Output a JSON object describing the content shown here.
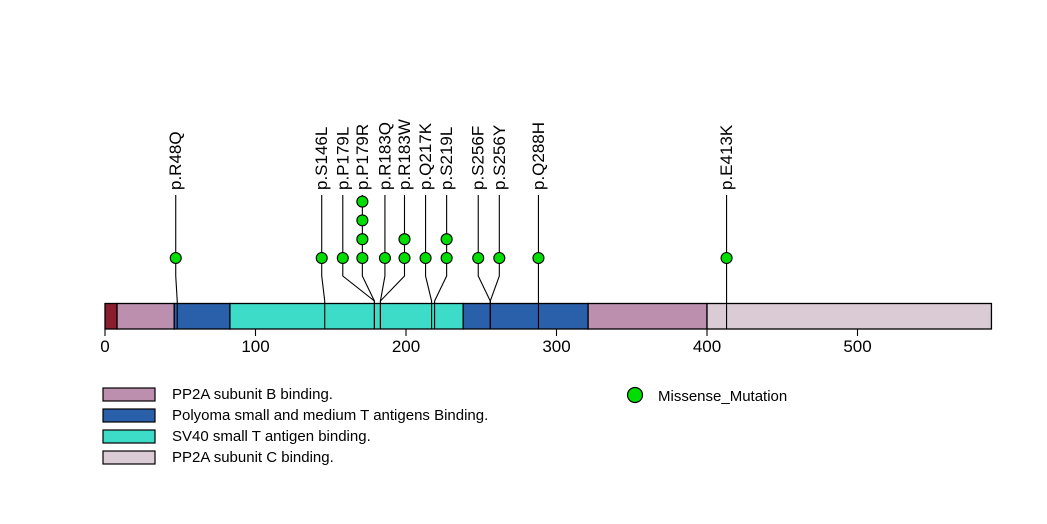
{
  "chart_data": {
    "type": "lollipop",
    "title": "",
    "xlabel": "",
    "ylabel": "",
    "xlim": [
      0,
      590
    ],
    "x_ticks": [
      0,
      100,
      200,
      300,
      400,
      500
    ],
    "grid": false,
    "mutation_shape_color": "#00DD00",
    "mutations": [
      {
        "label": "p.R48Q",
        "position": 48,
        "count": 1,
        "label_position": 47
      },
      {
        "label": "p.S146L",
        "position": 146,
        "count": 1,
        "label_position": 144
      },
      {
        "label": "p.P179L",
        "position": 179,
        "count": 1,
        "label_position": 158
      },
      {
        "label": "p.P179R",
        "position": 179,
        "count": 4,
        "label_position": 171
      },
      {
        "label": "p.R183Q",
        "position": 183,
        "count": 1,
        "label_position": 186
      },
      {
        "label": "p.R183W",
        "position": 183,
        "count": 2,
        "label_position": 199
      },
      {
        "label": "p.Q217K",
        "position": 217,
        "count": 1,
        "label_position": 213
      },
      {
        "label": "p.S219L",
        "position": 219,
        "count": 2,
        "label_position": 227
      },
      {
        "label": "p.S256F",
        "position": 256,
        "count": 1,
        "label_position": 248
      },
      {
        "label": "p.S256Y",
        "position": 256,
        "count": 1,
        "label_position": 262
      },
      {
        "label": "p.Q288H",
        "position": 288,
        "count": 1,
        "label_position": 288
      },
      {
        "label": "p.E413K",
        "position": 413,
        "count": 1,
        "label_position": 413
      }
    ],
    "domains": [
      {
        "label": "",
        "start": 0,
        "end": 8,
        "color": "#8B1E2E"
      },
      {
        "label": "PP2A subunit B binding.",
        "start": 8,
        "end": 46,
        "color": "#BD8FAF"
      },
      {
        "label": "Polyoma small and medium T antigens Binding.",
        "start": 46,
        "end": 83,
        "color": "#2A5FAA"
      },
      {
        "label": "SV40 small T antigen binding.",
        "start": 83,
        "end": 238,
        "color": "#3DDCC9"
      },
      {
        "label": "Polyoma small and medium T antigens Binding.",
        "start": 238,
        "end": 321,
        "color": "#2A5FAA"
      },
      {
        "label": "PP2A subunit B binding.",
        "start": 321,
        "end": 400,
        "color": "#BD8FAF"
      },
      {
        "label": "PP2A subunit C binding.",
        "start": 400,
        "end": 589,
        "color": "#DBCBD5"
      }
    ],
    "legend": {
      "domains": [
        {
          "label": "PP2A subunit B binding.",
          "color": "#BD8FAF"
        },
        {
          "label": "Polyoma small and medium T antigens Binding.",
          "color": "#2A5FAA"
        },
        {
          "label": "SV40 small T antigen binding.",
          "color": "#3DDCC9"
        },
        {
          "label": "PP2A subunit C binding.",
          "color": "#DBCBD5"
        }
      ],
      "mutation": {
        "label": "Missense_Mutation",
        "color": "#00DD00"
      }
    }
  }
}
